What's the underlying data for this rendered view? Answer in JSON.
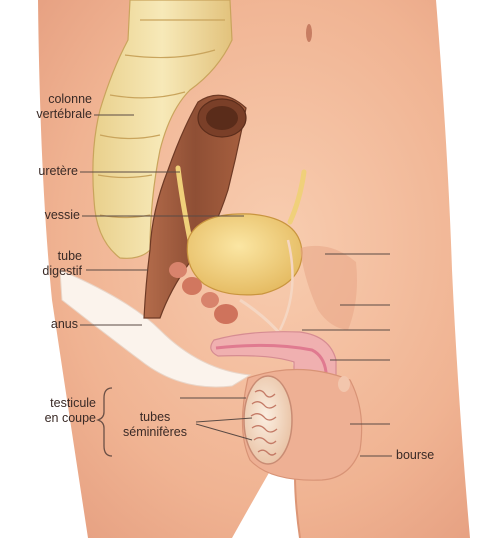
{
  "labels": {
    "colonne_line1": "colonne",
    "colonne_line2": "vertébrale",
    "uretere": "uretère",
    "vessie": "vessie",
    "tube_line1": "tube",
    "tube_line2": "digestif",
    "anus": "anus",
    "testicule_line1": "testicule",
    "testicule_line2": "en coupe",
    "tubes_line1": "tubes",
    "tubes_line2": "séminifères",
    "bourse": "bourse"
  },
  "colors": {
    "skin": "#f2b897",
    "vertebra": "#f2e1a6",
    "rectum": "#9b5a3e",
    "bladder": "#f0d07a",
    "urethra": "#e9a6b8",
    "testis": "#f6dfc9",
    "leader_line": "#5a4a44"
  }
}
